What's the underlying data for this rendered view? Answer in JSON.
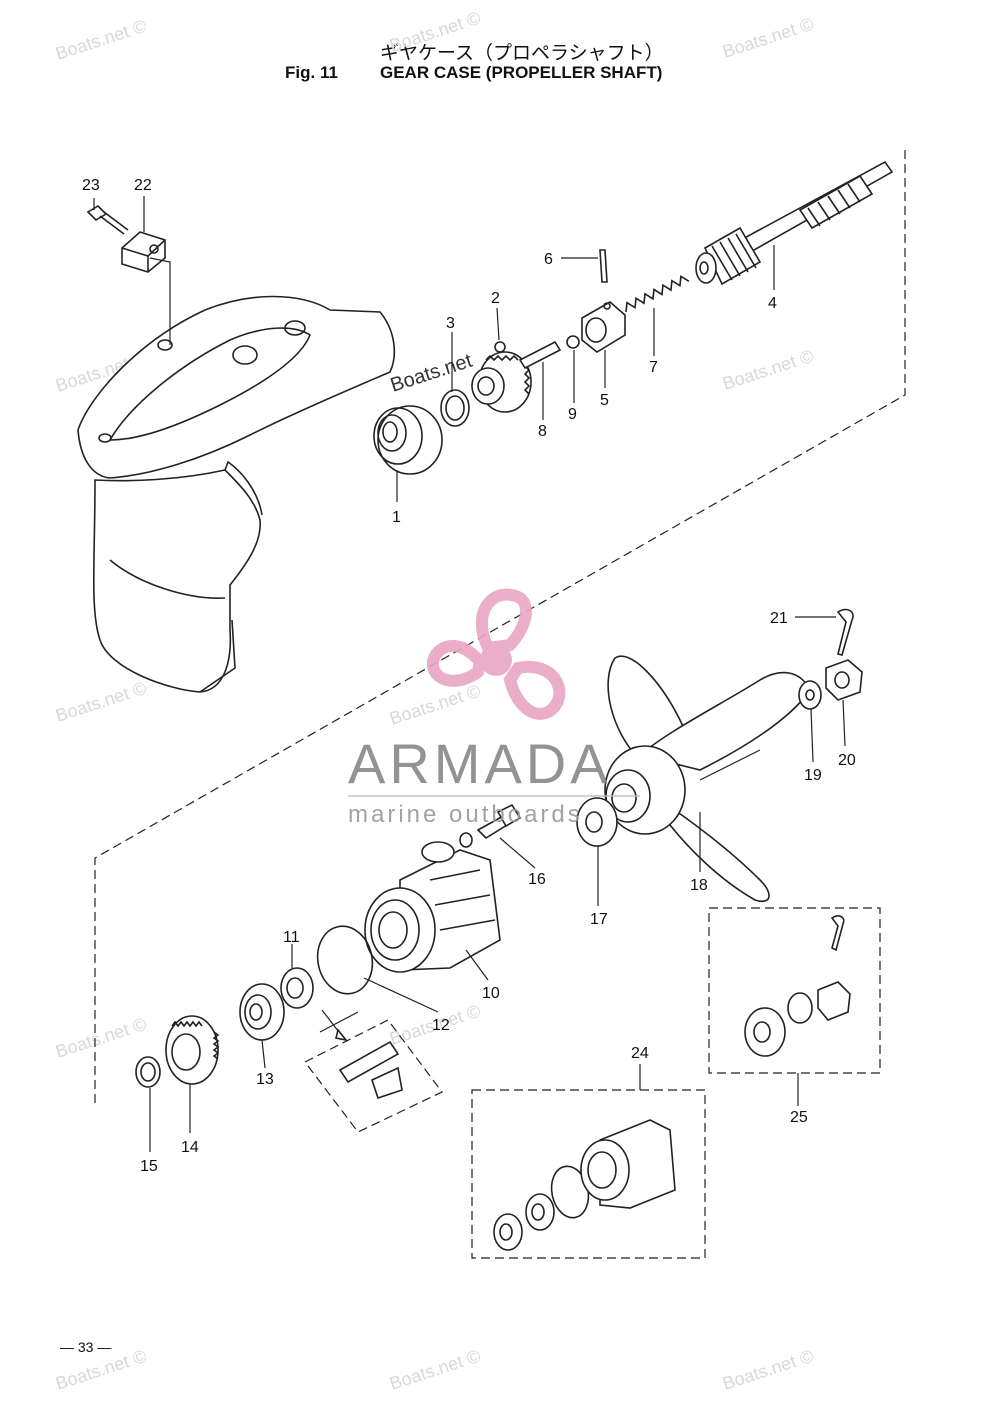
{
  "header": {
    "title_jp": "ギヤケース（プロペラシャフト）",
    "fig_number": "Fig. 11",
    "title_en": "GEAR CASE (PROPELLER SHAFT)"
  },
  "callouts": [
    "1",
    "2",
    "3",
    "4",
    "5",
    "6",
    "7",
    "8",
    "9",
    "10",
    "11",
    "12",
    "13",
    "14",
    "15",
    "16",
    "17",
    "18",
    "19",
    "20",
    "21",
    "22",
    "23",
    "24",
    "25"
  ],
  "watermark": {
    "site": "Boats.net ©",
    "site_plain": "Boats.net",
    "brand": "ARMADA",
    "brand_sub": "marine outboards"
  },
  "footer": {
    "page_number": "— 33 —"
  },
  "colors": {
    "line": "#222222",
    "logo_pink": "#e9a6c4",
    "logo_text": "#888888"
  }
}
